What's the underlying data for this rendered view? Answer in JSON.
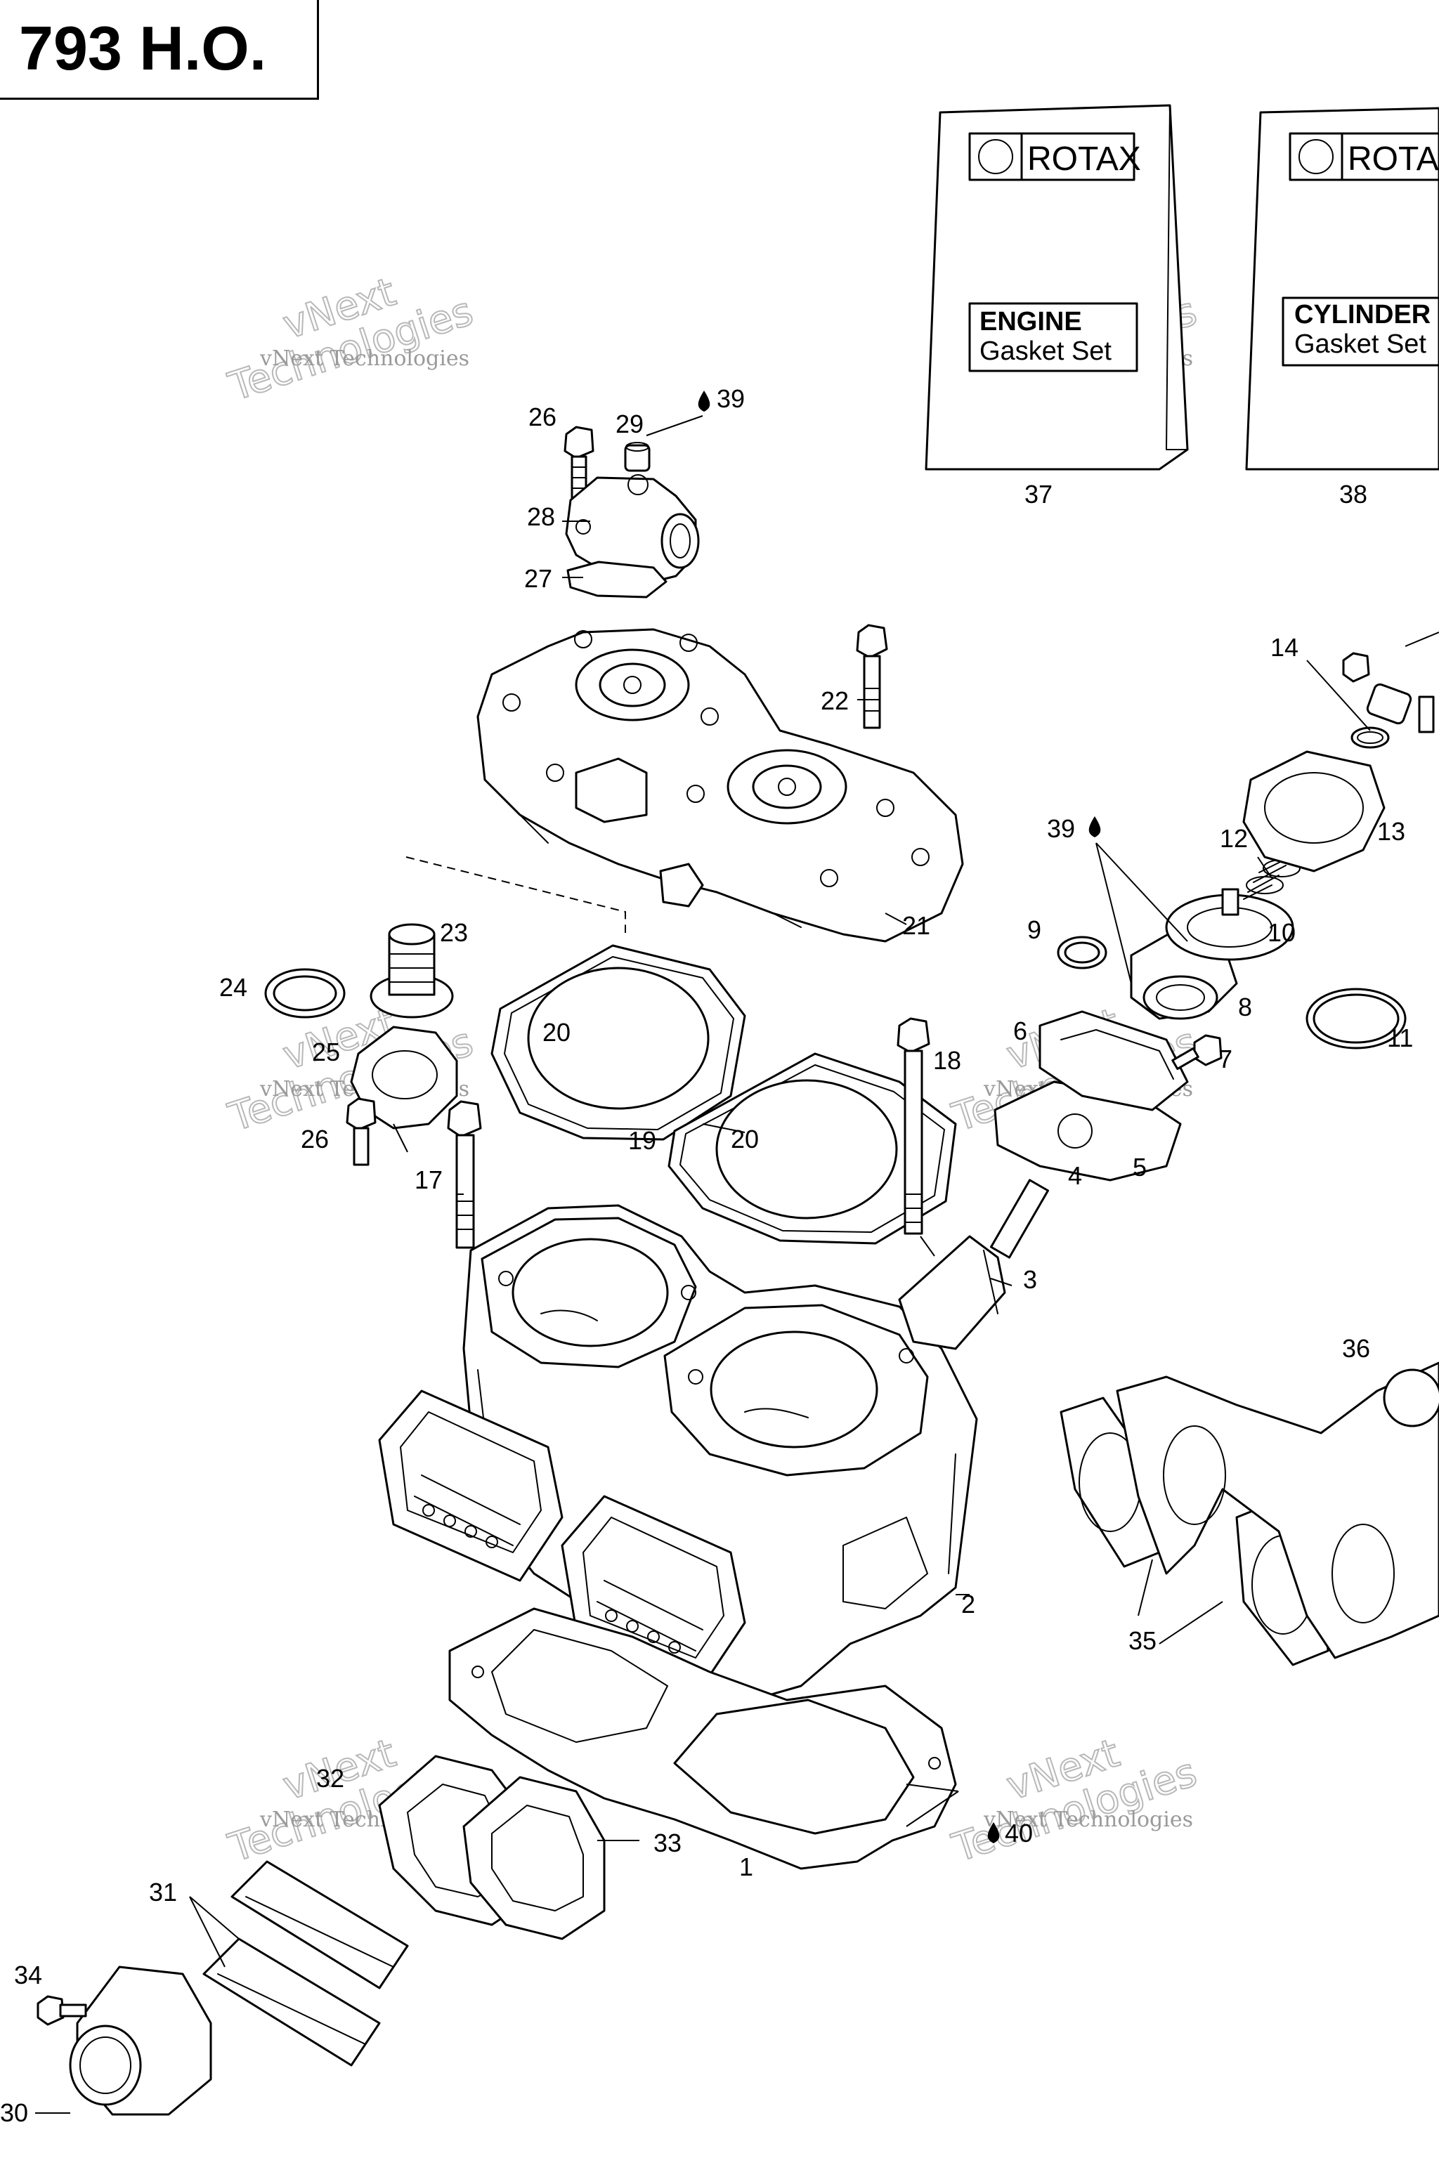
{
  "title": "793 H.O.",
  "books": [
    {
      "id": "37",
      "brand": "ROTAX",
      "line1": "ENGINE",
      "line2": "Gasket Set"
    },
    {
      "id": "38",
      "brand": "ROTAX",
      "line1": "CYLINDER",
      "line2": "Gasket Set"
    }
  ],
  "callouts": {
    "c1": "1",
    "c2": "2",
    "c3": "3",
    "c4": "4",
    "c5": "5",
    "c6": "6",
    "c7": "7",
    "c8": "8",
    "c9": "9",
    "c10": "10",
    "c11": "11",
    "c12": "12",
    "c13": "13",
    "c14": "14",
    "c17": "17",
    "c18": "18",
    "c19": "19",
    "c20a": "20",
    "c20b": "20",
    "c21": "21",
    "c22": "22",
    "c23": "23",
    "c24": "24",
    "c25": "25",
    "c26a": "26",
    "c26b": "26",
    "c27": "27",
    "c28": "28",
    "c29": "29",
    "c30": "30",
    "c31": "31",
    "c32": "32",
    "c33": "33",
    "c34": "34",
    "c35": "35",
    "c36": "36",
    "c37": "37",
    "c38": "38",
    "c39a": "39",
    "c39b": "39",
    "c40": "40"
  },
  "watermark": {
    "line1": "vNext Technologies",
    "line2": "vNext",
    "line3": "Technologies"
  }
}
